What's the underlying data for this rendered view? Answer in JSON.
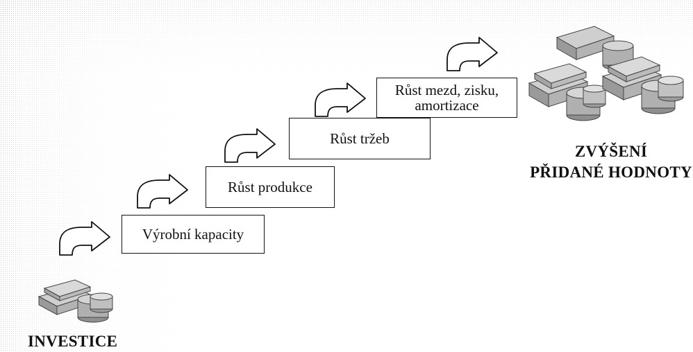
{
  "diagram": {
    "steps": [
      {
        "label": "Výrobní kapacity"
      },
      {
        "label": "Růst produkce"
      },
      {
        "label": "Růst tržeb"
      },
      {
        "label_line1": "Růst mezd, zisku,",
        "label_line2": "amortizace"
      }
    ],
    "start_label": "INVESTICE",
    "end_label_line1": "ZVÝŠENÍ",
    "end_label_line2": "PŘIDANÉ HODNOTY",
    "icons": [
      "money-stack-icon",
      "curved-arrow-icon"
    ],
    "colors": {
      "ink": "#111111",
      "money_fill": "#bdbdbd",
      "background": "#ffffff"
    }
  }
}
